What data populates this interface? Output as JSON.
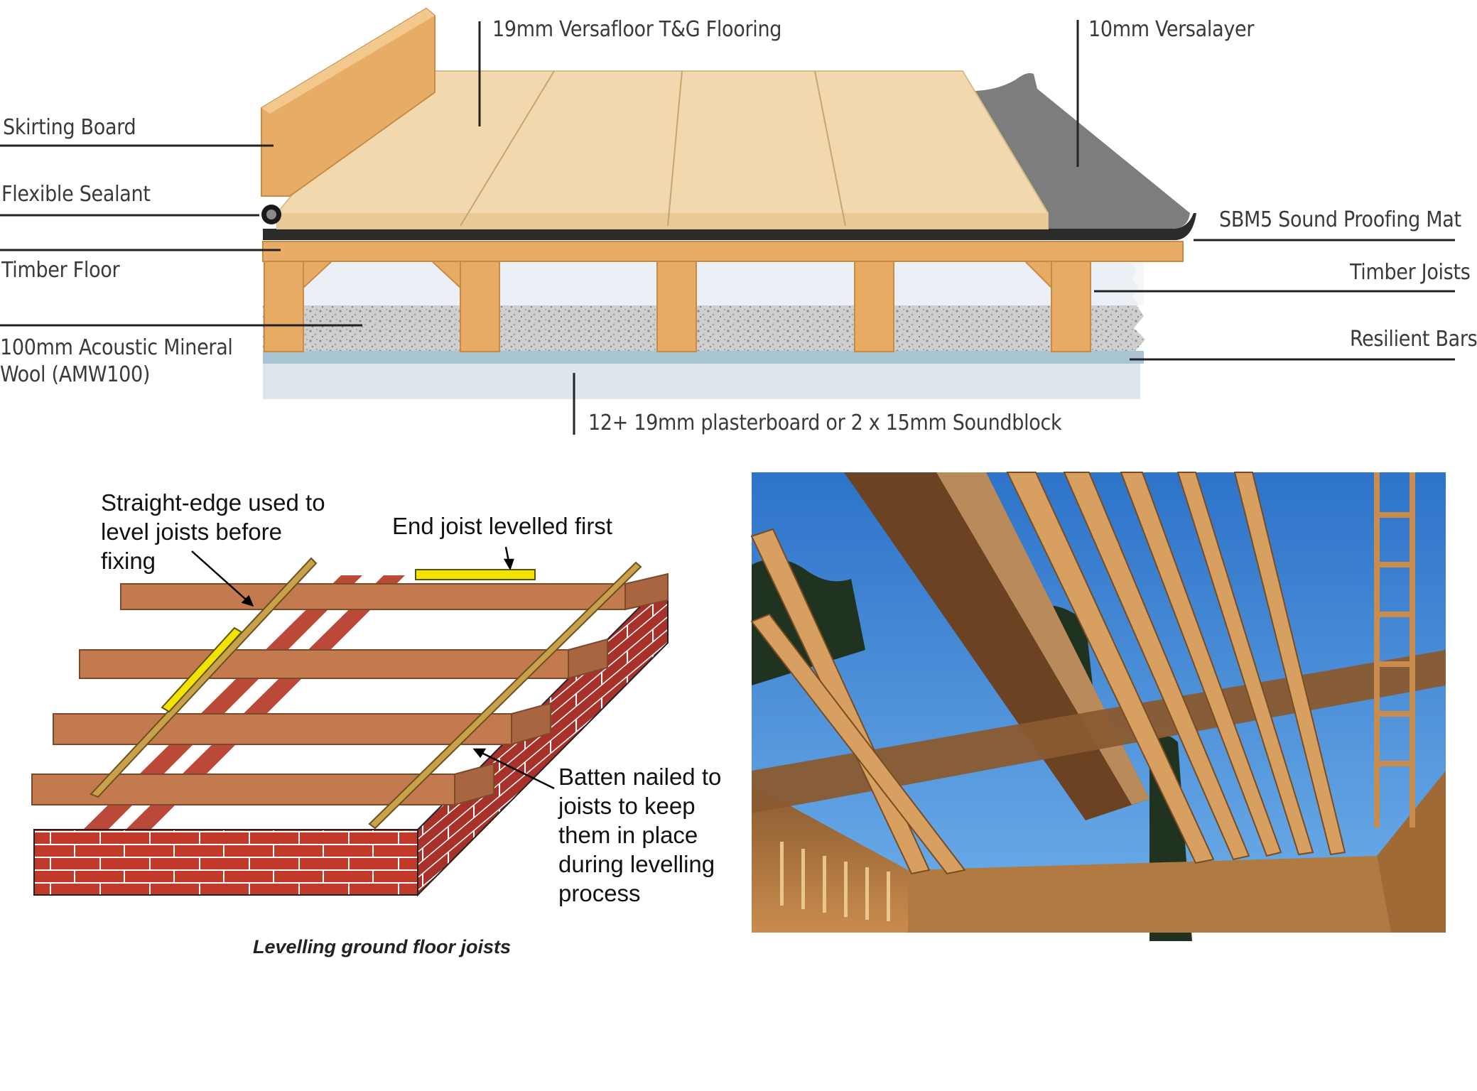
{
  "section": {
    "labels": {
      "skirting_board": "Skirting Board",
      "flexible_sealant": "Flexible Sealant",
      "timber_floor": "Timber Floor",
      "mineral_wool_line1": "100mm Acoustic Mineral",
      "mineral_wool_line2": "Wool (AMW100)",
      "versafloor": "19mm Versafloor T&G Flooring",
      "versalayer": "10mm Versalayer",
      "sbm5": "SBM5 Sound Proofing Mat",
      "timber_joists": "Timber Joists",
      "resilient_bars": "Resilient Bars",
      "plasterboard": "12+ 19mm plasterboard or 2 x 15mm Soundblock"
    },
    "colors": {
      "board": "#f0d7ad",
      "board_edge": "#d9b98a",
      "timber": "#e6a860",
      "timber_dark": "#c9863f",
      "rubber": "#7b7b7b",
      "mat": "#2e2e2e",
      "wool": "#c9c9c9",
      "plaster": "#d6e2ea"
    }
  },
  "levelling": {
    "annotations": {
      "straight_edge": "Straight-edge used to level joists before fixing",
      "end_joist": "End joist levelled first",
      "batten": "Batten nailed to joists to keep them in place during levelling process"
    },
    "caption": "Levelling ground floor joists",
    "colors": {
      "joist": "#c47a4f",
      "joist_top": "#d98f63",
      "brick": "#c0392b",
      "mortar": "#ffffff",
      "level": "#f2e300"
    }
  },
  "photo": {
    "colors": {
      "sky": "#3f86d9",
      "wood_light": "#d7a060",
      "wood_dark": "#6b4323",
      "tree": "#1f3320"
    }
  }
}
